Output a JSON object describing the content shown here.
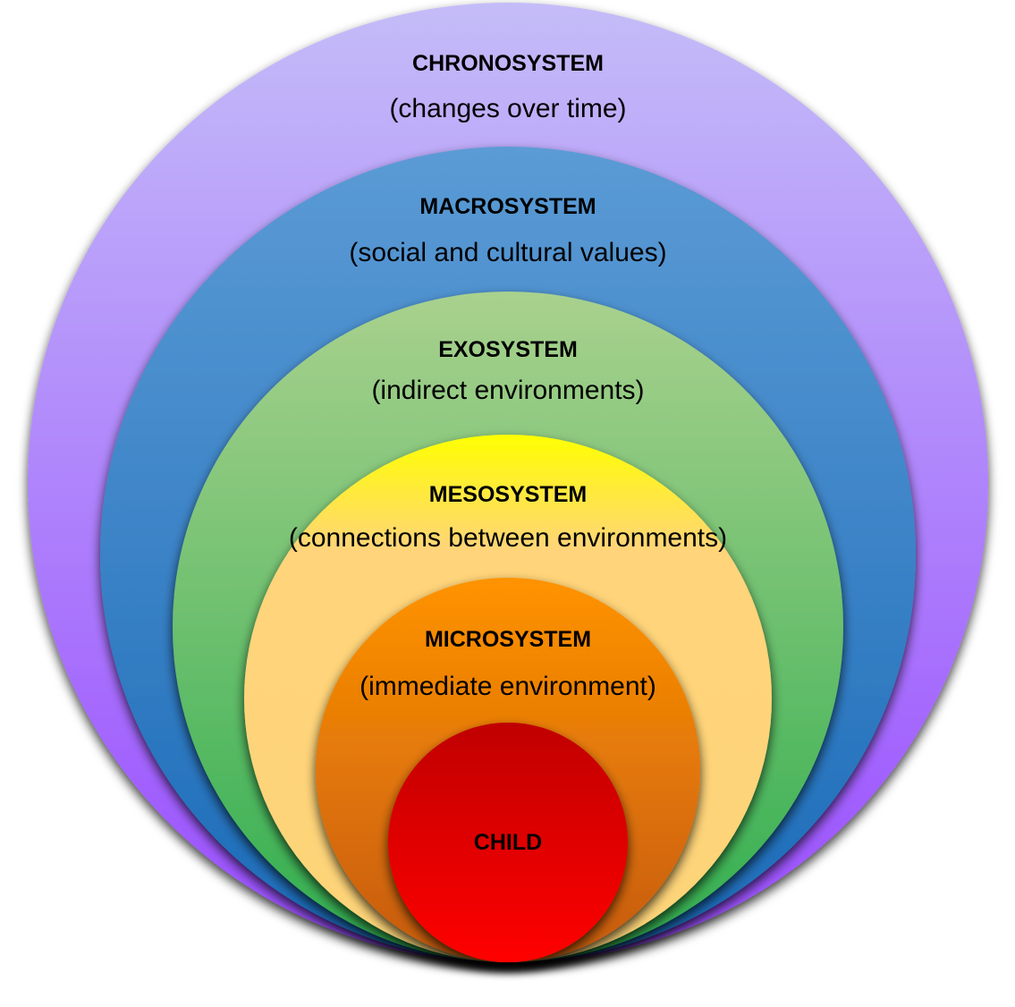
{
  "diagram": {
    "type": "nested-circles",
    "layers": [
      {
        "id": "chronosystem",
        "title": "CHRONOSYSTEM",
        "subtitle": "(changes over time)",
        "gradient": [
          "#c4bcf8",
          "#9a4cff"
        ]
      },
      {
        "id": "macrosystem",
        "title": "MACROSYSTEM",
        "subtitle": "(social and cultural values)",
        "gradient": [
          "#5b9bd5",
          "#1a6ab8"
        ]
      },
      {
        "id": "exosystem",
        "title": "EXOSYSTEM",
        "subtitle": "(indirect environments)",
        "gradient": [
          "#a9d18e",
          "#2fae4e"
        ]
      },
      {
        "id": "mesosystem",
        "title": "MESOSYSTEM",
        "subtitle": "(connections between environments)",
        "gradient": [
          "#ffff00",
          "#ffd47a",
          "#fed479"
        ]
      },
      {
        "id": "microsystem",
        "title": "MICROSYSTEM",
        "subtitle": "(immediate environment)",
        "gradient": [
          "#ff9300",
          "#c55a11"
        ]
      },
      {
        "id": "child",
        "title": "CHILD",
        "subtitle": "",
        "gradient": [
          "#c00000",
          "#ff0000"
        ]
      }
    ]
  }
}
